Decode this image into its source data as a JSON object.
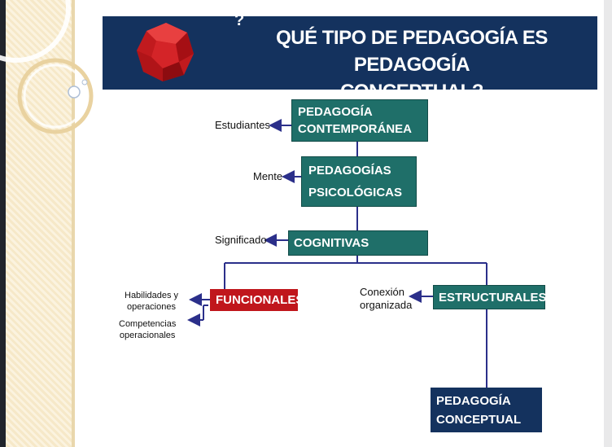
{
  "slide": {
    "title_mark": "?",
    "title": "QUÉ  TIPO DE PEDAGOGÍA ES  PEDAGOGÍA\nCONCEPTUAL?"
  },
  "diagram": {
    "nodes": {
      "contemporanea": {
        "line1": "PEDAGOGÍA",
        "line2": "CONTEMPORÁNEA"
      },
      "psicologicas": {
        "line1": "PEDAGOGÍAS",
        "line2": "PSICOLÓGICAS"
      },
      "cognitivas": "COGNITIVAS",
      "funcionales": "FUNCIONALES",
      "estructurales": "ESTRUCTURALES",
      "conceptual": {
        "line1": "PEDAGOGÍA",
        "line2": "CONCEPTUAL"
      }
    },
    "labels": {
      "estudiantes": "Estudiantes",
      "mente": "Mente",
      "significado": "Significado",
      "habilidades": "Habilidades  y\noperaciones",
      "competencias": "Competencias\noperacionales",
      "conexion": "Conexión\norganizada"
    },
    "colors": {
      "header": "#14325e",
      "green_box": "#1f6f69",
      "red_box": "#c0161c",
      "arrow": "#2b2f8a"
    }
  }
}
